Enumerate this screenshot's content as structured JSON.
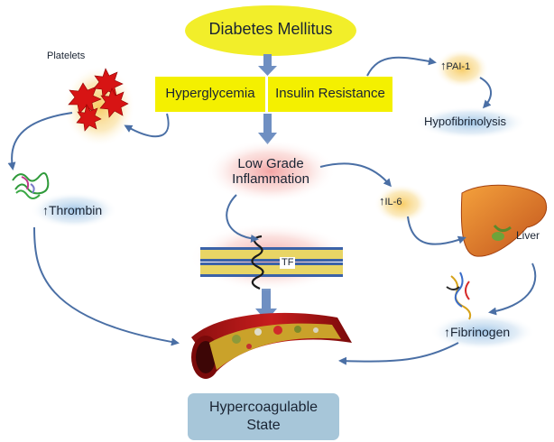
{
  "title": "Diabetes Mellitus",
  "hyperglycemia": "Hyperglycemia",
  "insulin_resistance": "Insulin Resistance",
  "low_grade_inflammation": [
    "Low Grade",
    "Inflammation"
  ],
  "platelets": "Platelets",
  "thrombin": "Thrombin",
  "tf": "TF",
  "pai1": "PAI-1",
  "hypofibrinolysis": "Hypofibrinolysis",
  "il6": "IL-6",
  "liver": "Liver",
  "fibrinogen": "Fibrinogen",
  "hypercoagulable_state": [
    "Hypercoagulable",
    "State"
  ],
  "up_arrow": "↑",
  "colors": {
    "title_ellipse": "#f2ee2a",
    "yellow_box": "#f4f000",
    "flow_arrow": "#6f8fc2",
    "curve_arrow": "#4a6fa5",
    "hypercoag_box": "#a7c6d9"
  }
}
